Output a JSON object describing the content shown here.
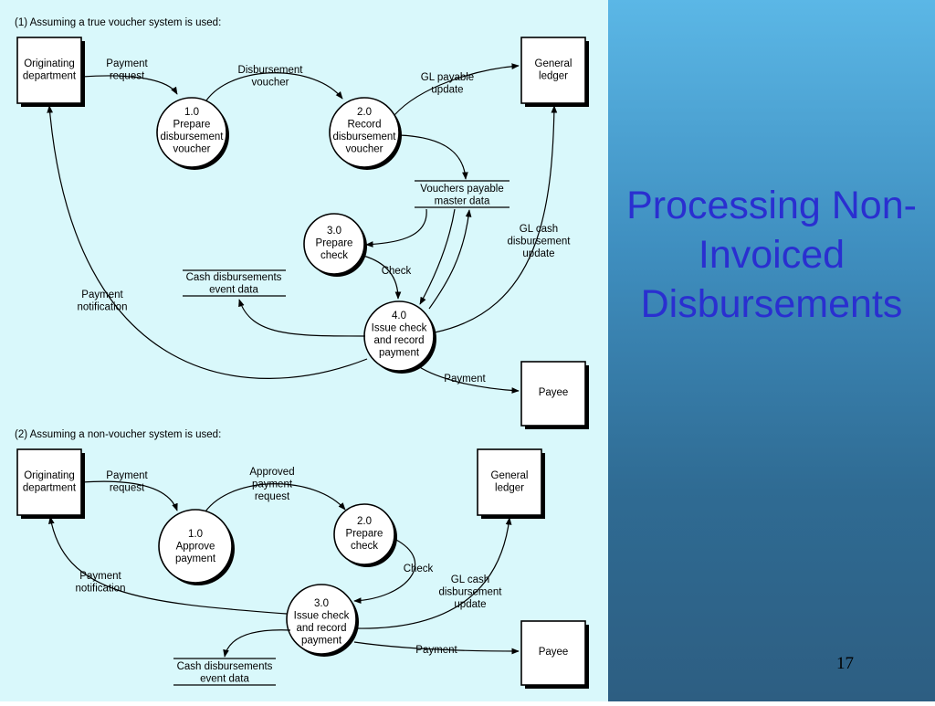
{
  "slide": {
    "title_lines": [
      "Processing Non-",
      "Invoiced",
      "Disbursements"
    ],
    "page_number": "17",
    "colors": {
      "diagram_bg": "#d9f8fb",
      "title": "#2a2fd0",
      "panel": "#3f8fc0"
    }
  },
  "voucher": {
    "heading": "(1) Assuming a true voucher system is used:",
    "entities": {
      "originating": [
        "Originating",
        "department"
      ],
      "general_ledger": [
        "General",
        "ledger"
      ],
      "payee": [
        "Payee"
      ]
    },
    "processes": {
      "p1": [
        "1.0",
        "Prepare",
        "disbursement",
        "voucher"
      ],
      "p2": [
        "2.0",
        "Record",
        "disbursement",
        "voucher"
      ],
      "p3": [
        "3.0",
        "Prepare",
        "check"
      ],
      "p4": [
        "4.0",
        "Issue check",
        "and record",
        "payment"
      ]
    },
    "stores": {
      "vouchers_payable": [
        "Vouchers payable",
        "master data"
      ],
      "cash_disbursements": [
        "Cash disbursements",
        "event data"
      ]
    },
    "flows": {
      "payment_request": [
        "Payment",
        "request"
      ],
      "disbursement_voucher": [
        "Disbursement",
        "voucher"
      ],
      "gl_payable": [
        "GL payable",
        "update"
      ],
      "gl_cash": [
        "GL cash",
        "disbursement",
        "update"
      ],
      "check": [
        "Check"
      ],
      "payment_notification": [
        "Payment",
        "notification"
      ],
      "payment": [
        "Payment"
      ]
    }
  },
  "nonvoucher": {
    "heading": "(2) Assuming a non-voucher system is used:",
    "entities": {
      "originating": [
        "Originating",
        "department"
      ],
      "general_ledger": [
        "General",
        "ledger"
      ],
      "payee": [
        "Payee"
      ]
    },
    "processes": {
      "p1": [
        "1.0",
        "Approve",
        "payment"
      ],
      "p2": [
        "2.0",
        "Prepare",
        "check"
      ],
      "p3": [
        "3.0",
        "Issue check",
        "and record",
        "payment"
      ]
    },
    "stores": {
      "cash_disbursements": [
        "Cash disbursements",
        "event data"
      ]
    },
    "flows": {
      "payment_request": [
        "Payment",
        "request"
      ],
      "approved_request": [
        "Approved",
        "payment",
        "request"
      ],
      "check": [
        "Check"
      ],
      "gl_cash": [
        "GL cash",
        "disbursement",
        "update"
      ],
      "payment_notification": [
        "Payment",
        "notification"
      ],
      "payment": [
        "Payment"
      ]
    }
  }
}
